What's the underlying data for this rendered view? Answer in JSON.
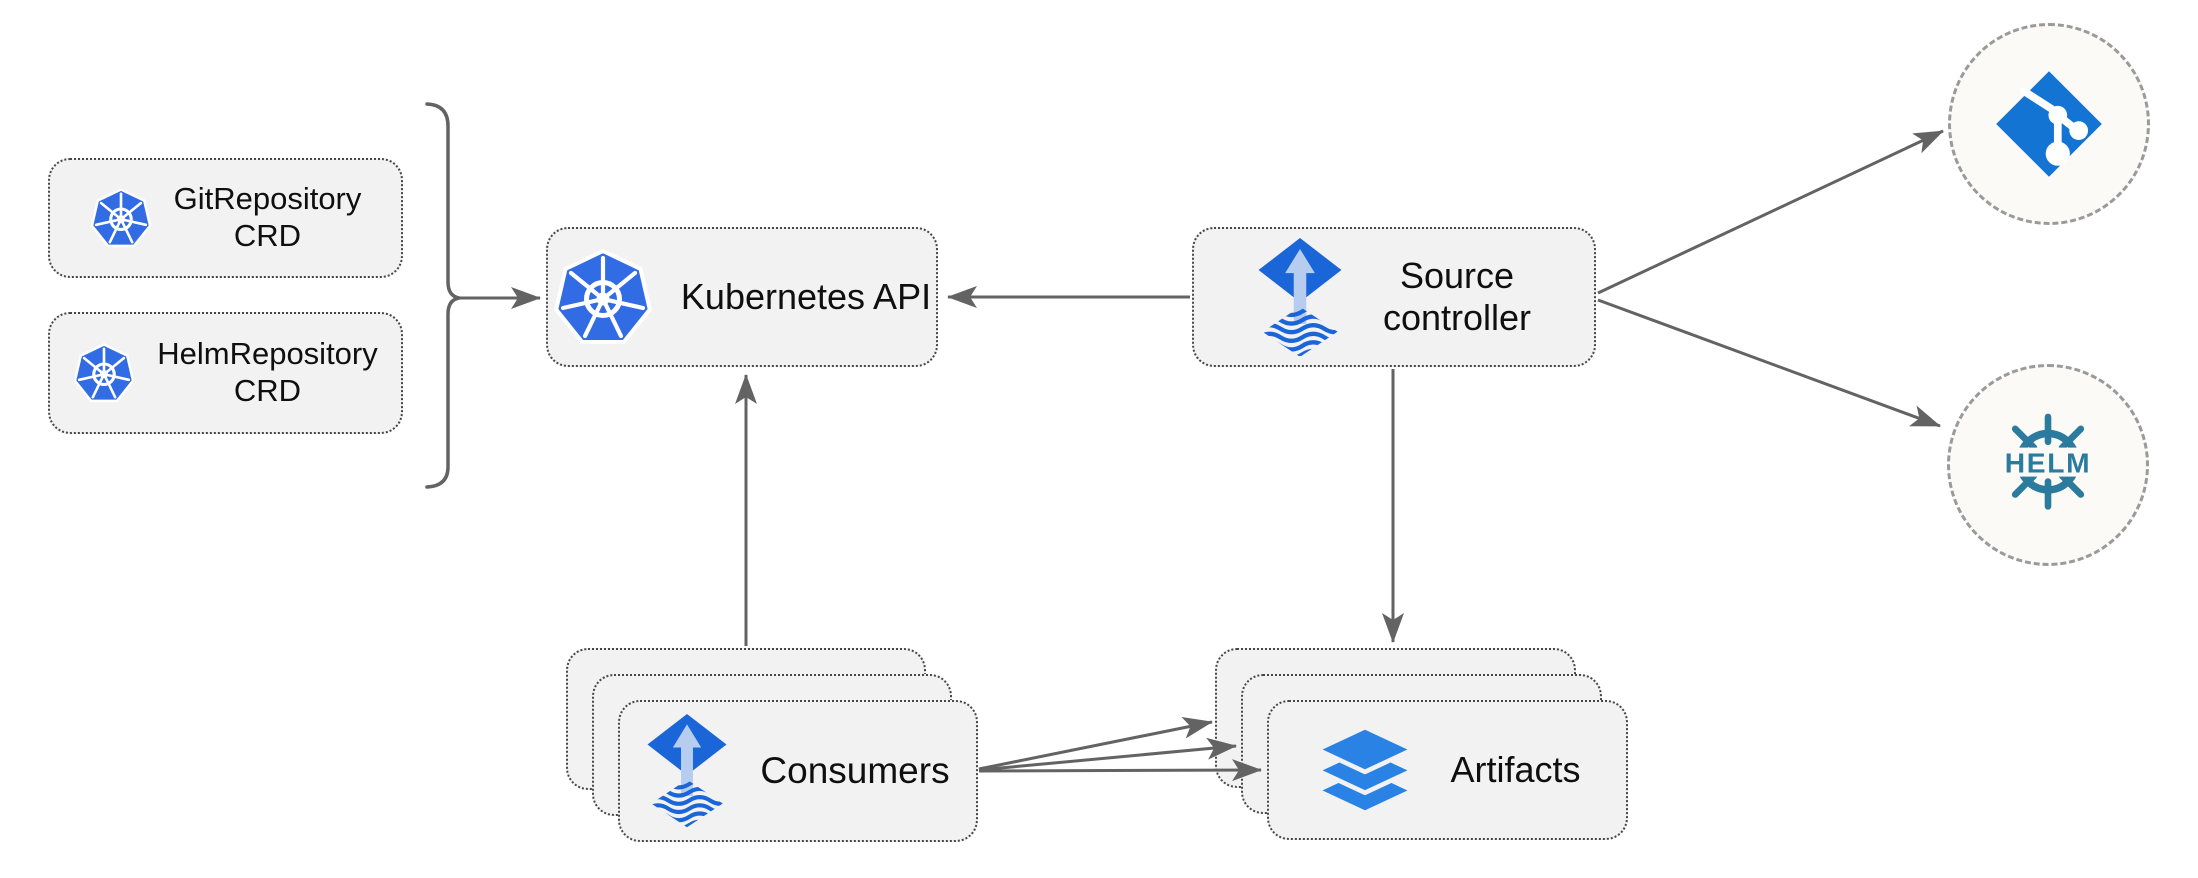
{
  "diagram": {
    "nodes": {
      "git_repository_crd": {
        "line1": "GitRepository",
        "line2": "CRD",
        "icon": "kubernetes-icon"
      },
      "helm_repository_crd": {
        "line1": "HelmRepository",
        "line2": "CRD",
        "icon": "kubernetes-icon"
      },
      "kubernetes_api": {
        "label": "Kubernetes API",
        "icon": "kubernetes-icon"
      },
      "source_controller": {
        "line1": "Source",
        "line2": "controller",
        "icon": "flux-icon"
      },
      "consumers": {
        "label": "Consumers",
        "icon": "flux-icon",
        "stack_count": 3
      },
      "artifacts": {
        "label": "Artifacts",
        "icon": "layers-icon",
        "stack_count": 3
      },
      "git_endpoint": {
        "icon": "git-icon",
        "shape": "dashed-circle"
      },
      "helm_endpoint": {
        "icon": "helm-icon",
        "logo_text": "HELM",
        "shape": "dashed-circle"
      }
    },
    "groups": [
      {
        "name": "crd_group",
        "members": [
          "git_repository_crd",
          "helm_repository_crd"
        ],
        "indicator": "curly-bracket"
      }
    ],
    "edges": [
      {
        "from": "crd_group",
        "to": "kubernetes_api",
        "style": "arrow"
      },
      {
        "from": "source_controller",
        "to": "kubernetes_api",
        "style": "arrow"
      },
      {
        "from": "consumers",
        "to": "kubernetes_api",
        "style": "arrow"
      },
      {
        "from": "source_controller",
        "to": "artifacts",
        "style": "arrow"
      },
      {
        "from": "source_controller",
        "to": "git_endpoint",
        "style": "arrow"
      },
      {
        "from": "source_controller",
        "to": "helm_endpoint",
        "style": "arrow"
      },
      {
        "from": "consumers",
        "to": "artifacts",
        "style": "triple-arrow"
      }
    ],
    "colors": {
      "canvas_bg": "#ffffff",
      "box_fill": "#f2f2f2",
      "box_border": "#474747",
      "circle_fill": "#fbfaf7",
      "circle_border": "#9a9a9a",
      "connector": "#636363",
      "text_color": "#0f0f0f",
      "kubernetes_blue": "#326ce5",
      "flux_blue": "#1a66d9",
      "flux_arrow_light": "#b7cdf0",
      "git_blue": "#1374d4",
      "helm_teal": "#2a7b9e",
      "layers_blue": "#2a82e4"
    }
  }
}
